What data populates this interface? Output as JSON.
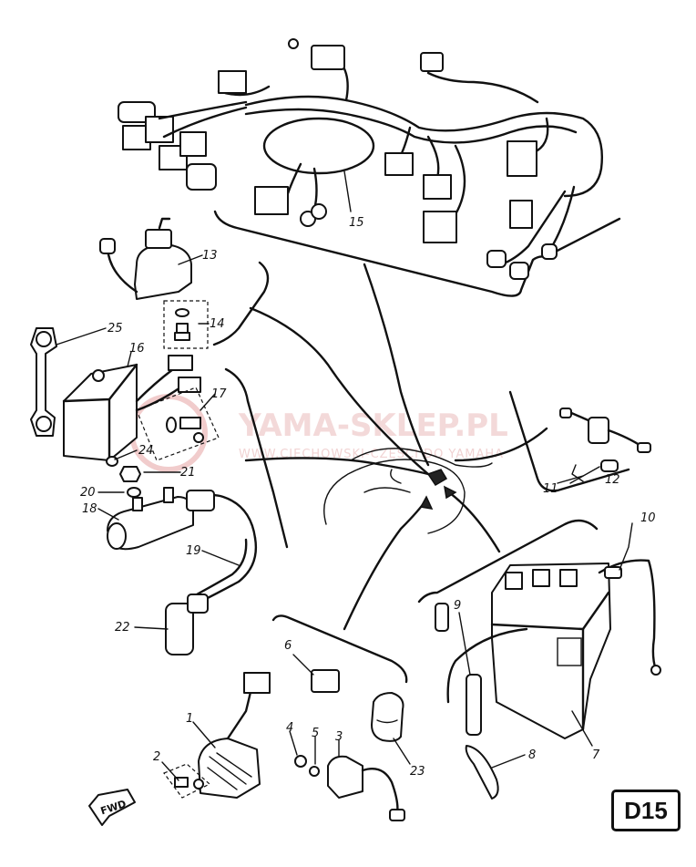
{
  "diagram": {
    "page_code": "D15",
    "fwd_label": "FWD",
    "watermark": {
      "main": "YAMA-SKLEP.PL",
      "sub": "WWW.CIECHOWSKI-CZĘŚCI DO YAMAHA"
    },
    "callouts": [
      {
        "id": "p1",
        "label": "1"
      },
      {
        "id": "p2",
        "label": "2"
      },
      {
        "id": "p3",
        "label": "3"
      },
      {
        "id": "p4",
        "label": "4"
      },
      {
        "id": "p5",
        "label": "5"
      },
      {
        "id": "p6",
        "label": "6"
      },
      {
        "id": "p7",
        "label": "7"
      },
      {
        "id": "p8",
        "label": "8"
      },
      {
        "id": "p9",
        "label": "9"
      },
      {
        "id": "p10",
        "label": "10"
      },
      {
        "id": "p11",
        "label": "11"
      },
      {
        "id": "p12",
        "label": "12"
      },
      {
        "id": "p13",
        "label": "13"
      },
      {
        "id": "p14",
        "label": "14"
      },
      {
        "id": "p15",
        "label": "15"
      },
      {
        "id": "p16",
        "label": "16"
      },
      {
        "id": "p17",
        "label": "17"
      },
      {
        "id": "p18",
        "label": "18"
      },
      {
        "id": "p19",
        "label": "19"
      },
      {
        "id": "p20",
        "label": "20"
      },
      {
        "id": "p21",
        "label": "21"
      },
      {
        "id": "p22",
        "label": "22"
      },
      {
        "id": "p23",
        "label": "23"
      },
      {
        "id": "p24",
        "label": "24"
      },
      {
        "id": "p25",
        "label": "25"
      }
    ]
  }
}
